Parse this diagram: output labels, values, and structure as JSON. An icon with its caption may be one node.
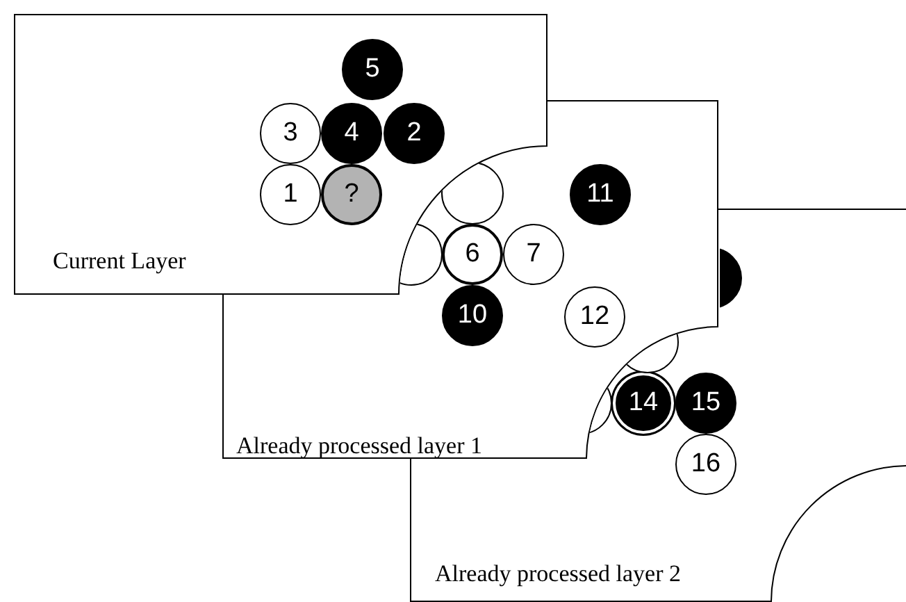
{
  "diagram": {
    "nodes": [
      {
        "text": [
          "Current Layer"
        ]
      },
      {
        "text": [
          "5"
        ],
        "in": 0
      },
      {
        "text": [
          "3"
        ]
      },
      {
        "text": [
          "4"
        ]
      },
      {
        "text": [
          "2"
        ]
      },
      {
        "text": [
          "1"
        ]
      },
      {
        "text": [
          "?"
        ]
      },
      {
        "text": [
          "Already processed layer 1"
        ]
      },
      {
        "text": [
          "11"
        ],
        "in": 7
      },
      {
        "text": [
          "6"
        ]
      },
      {
        "text": [
          "7"
        ]
      },
      {
        "text": [
          "10"
        ]
      },
      {
        "text": [
          "12"
        ]
      },
      {
        "text": [
          "Already processed layer 2"
        ]
      },
      {
        "text": [],
        "shape": "circle",
        "in": 13
      },
      {
        "text": [
          "14"
        ],
        "in": 13
      },
      {
        "text": [
          "15"
        ],
        "in": 13
      },
      {
        "text": [
          "16"
        ],
        "in": 13
      }
    ]
  }
}
